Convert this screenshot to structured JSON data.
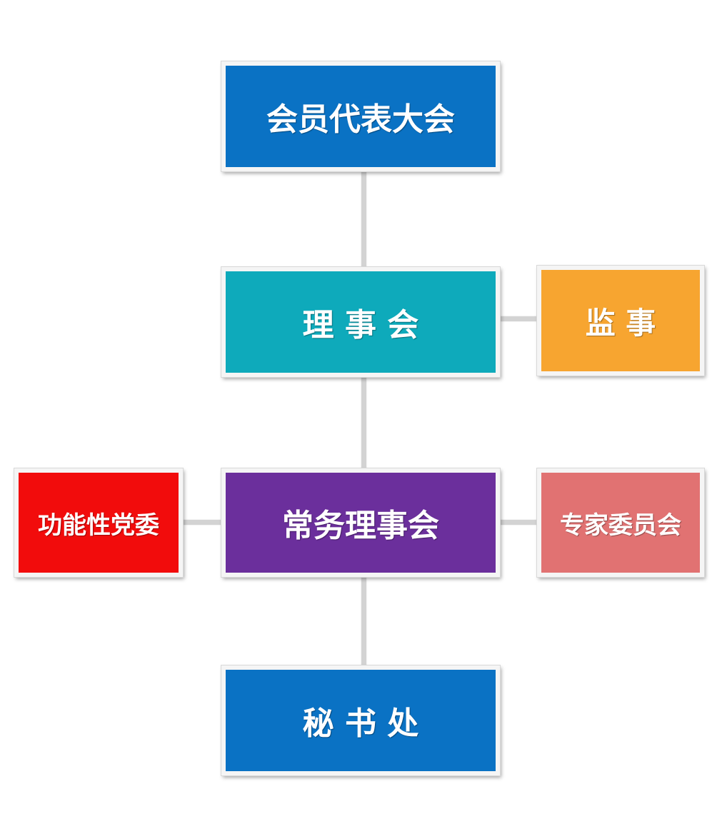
{
  "nodes": {
    "general_assembly": {
      "label": "会员代表大会",
      "color": "#0a72c4"
    },
    "council": {
      "label": "理 事 会",
      "color": "#0eaabb"
    },
    "supervisor": {
      "label": "监 事",
      "color": "#f7a530"
    },
    "standing_council": {
      "label": "常务理事会",
      "color": "#6b2f9c"
    },
    "party_committee": {
      "label": "功能性党委",
      "color": "#f20c0c"
    },
    "expert_committee": {
      "label": "专家委员会",
      "color": "#e17272"
    },
    "secretariat": {
      "label": "秘 书 处",
      "color": "#0a72c4"
    }
  }
}
